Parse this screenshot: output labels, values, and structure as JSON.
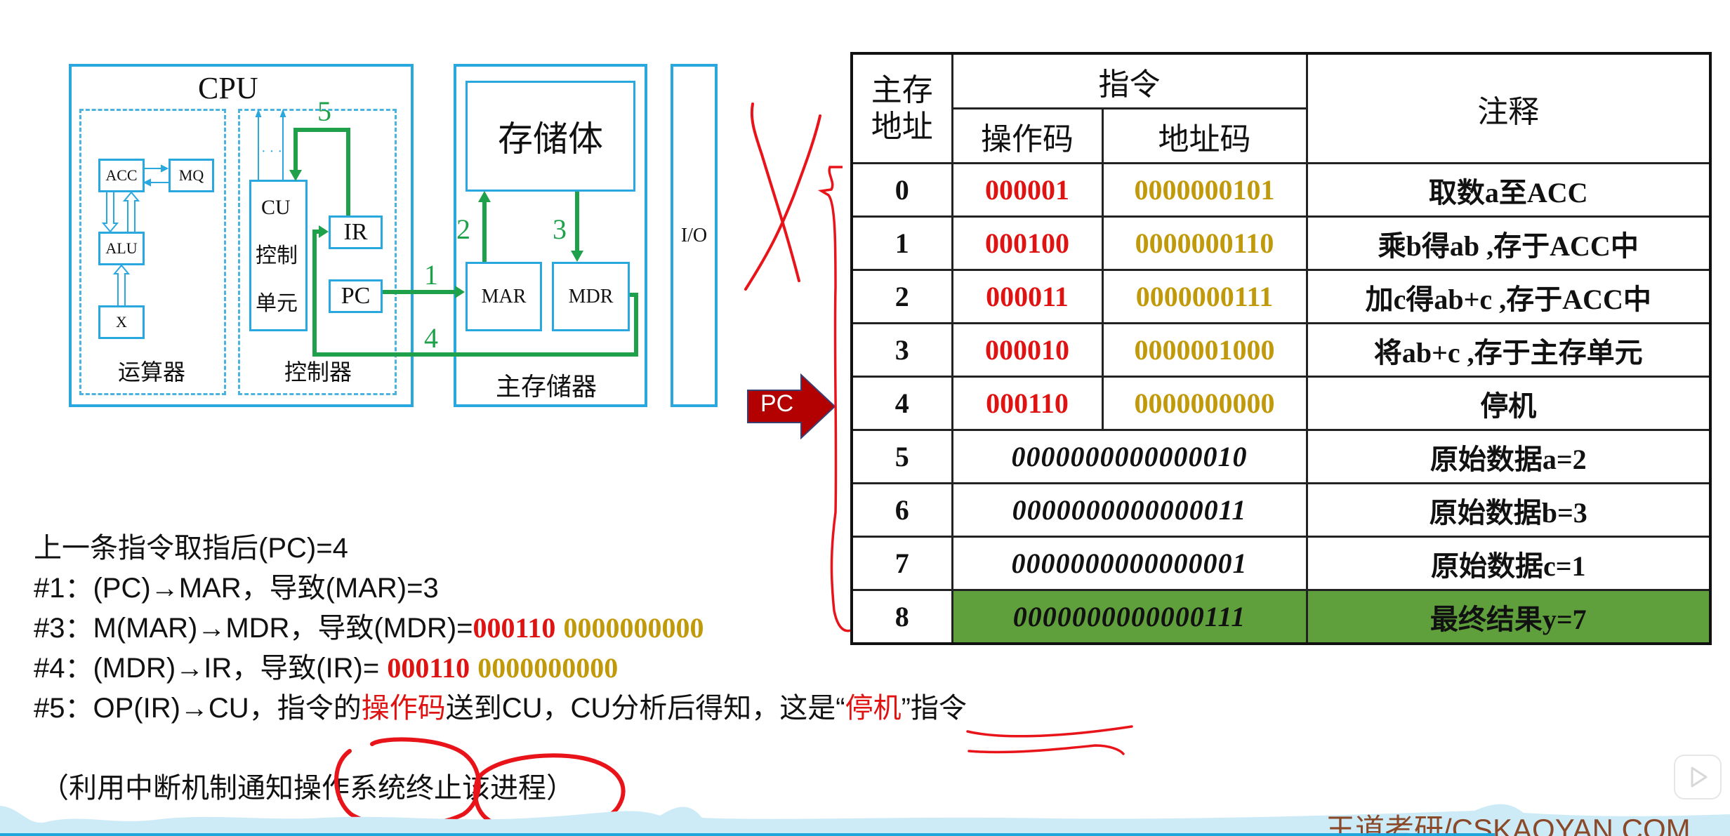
{
  "diagram": {
    "cpu_label": "CPU",
    "alu_section_label": "运算器",
    "controller_section_label": "控制器",
    "registers": {
      "acc": "ACC",
      "mq": "MQ",
      "alu": "ALU",
      "x": "X",
      "cu_line1": "CU",
      "cu_line2": "控制",
      "cu_line3": "单元",
      "ir": "IR",
      "pc": "PC",
      "dots": "…",
      "mar": "MAR",
      "mdr": "MDR"
    },
    "storage_body_label": "存储体",
    "main_memory_label": "主存储器",
    "io_label": "I/O",
    "step_numbers": [
      "1",
      "2",
      "3",
      "4",
      "5"
    ],
    "colors": {
      "border_blue": "#29a8df",
      "data_path_green": "#1fa04a"
    }
  },
  "pc_pointer": {
    "label": "PC",
    "points_to_address": "4",
    "color": "#b30000"
  },
  "table": {
    "headers": {
      "address": "主存\n地址",
      "address_line1": "主存",
      "address_line2": "地址",
      "instruction": "指令",
      "opcode": "操作码",
      "address_code": "地址码",
      "comment": "注释"
    },
    "rows": [
      {
        "addr": "0",
        "opcode": "000001",
        "address_code": "0000000101",
        "comment": "取数a至ACC"
      },
      {
        "addr": "1",
        "opcode": "000100",
        "address_code": "0000000110",
        "comment": "乘b得ab ,存于ACC中"
      },
      {
        "addr": "2",
        "opcode": "000011",
        "address_code": "0000000111",
        "comment": "加c得ab+c  ,存于ACC中"
      },
      {
        "addr": "3",
        "opcode": "000010",
        "address_code": "0000001000",
        "comment": "将ab+c ,存于主存单元"
      },
      {
        "addr": "4",
        "opcode": "000110",
        "address_code": "0000000000",
        "comment": "停机"
      },
      {
        "addr": "5",
        "data": "0000000000000010",
        "comment": "原始数据a=2"
      },
      {
        "addr": "6",
        "data": "0000000000000011",
        "comment": "原始数据b=3"
      },
      {
        "addr": "7",
        "data": "0000000000000001",
        "comment": "原始数据c=1"
      },
      {
        "addr": "8",
        "data": "0000000000000111",
        "comment": "最终结果y=7",
        "highlighted": true
      }
    ],
    "colors": {
      "opcode": "#e01313",
      "address_code": "#c09a0a",
      "highlight_row": "#5fa03c"
    }
  },
  "explanation": {
    "line0": "上一条指令取指后(PC)=4",
    "line1": "#1：(PC)→MAR，导致(MAR)=3",
    "line3_prefix": "#3：M(MAR)→MDR，导致(MDR)=",
    "line3_opcode": "000110",
    "line3_addr": "0000000000",
    "line4_prefix": "#4：(MDR)→IR，导致(IR)= ",
    "line4_opcode": "000110",
    "line4_addr": "0000000000",
    "line5_a": "#5：OP(IR)→CU，指令的",
    "line5_red1": "操作码",
    "line5_b": "送到CU，CU分析后得知，这是“",
    "line5_red2": "停机",
    "line5_c": "”指令",
    "note": "（利用中断机制通知操作系统终止该进程）"
  },
  "player": {
    "watermark": "王道考研/CSKAOYAN.COM",
    "progress_percent": 86.4,
    "tv_icon": "bilibili-tv-icon"
  }
}
